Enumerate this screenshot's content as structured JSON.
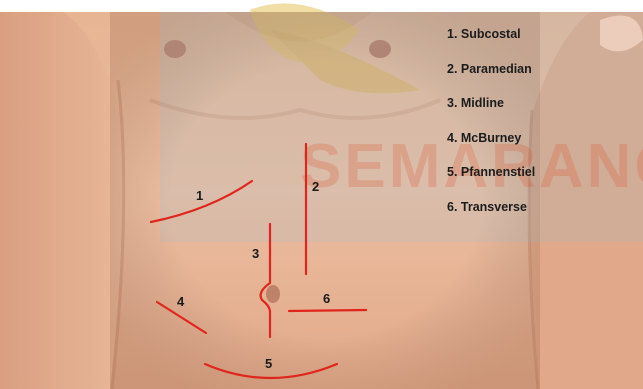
{
  "watermark": {
    "text": "SEMARANG"
  },
  "legend": [
    "1. Subcostal",
    "2. Paramedian",
    "3. Midline",
    "4. McBurney",
    "5. Pfannenstiel",
    "6. Transverse"
  ],
  "labels": {
    "subcostal": "1",
    "paramedian": "2",
    "midline": "3",
    "mcburney": "4",
    "pfannenstiel": "5",
    "transverse": "6"
  },
  "colors": {
    "incision": "#e0261c",
    "skin": "#e9b798",
    "background": "#ffffff"
  }
}
